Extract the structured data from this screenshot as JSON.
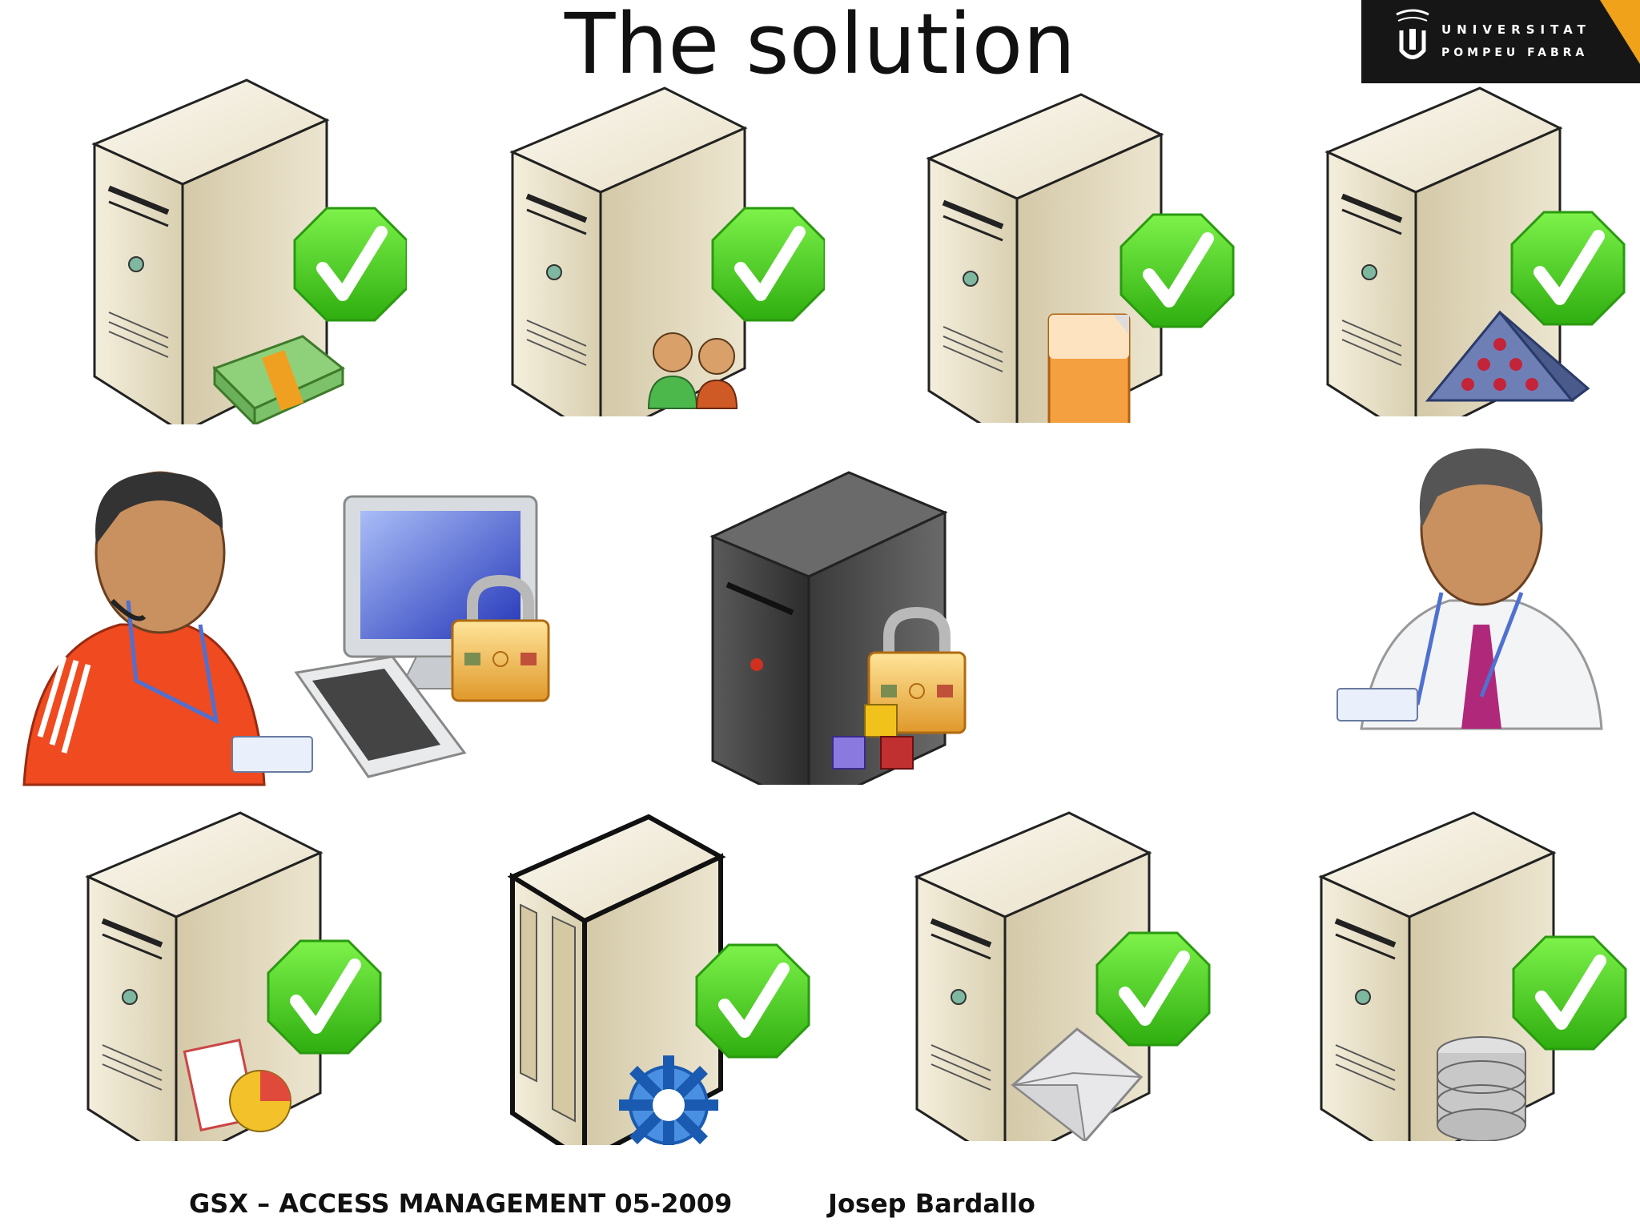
{
  "slide": {
    "title": "The solution",
    "footer_left": "GSX – ACCESS MANAGEMENT 05-2009",
    "footer_right": "Josep Bardallo",
    "logo_line1": "UNIVERSITAT",
    "logo_line2": "POMPEU FABRA"
  },
  "icons": {
    "top_row": [
      "server-money-icon",
      "server-users-icon",
      "server-document-icon",
      "server-pyramid-icon"
    ],
    "middle_row": [
      "helpdesk-user-icon",
      "computer-lock-icon",
      "dark-server-lock-icon",
      "business-user-icon"
    ],
    "bottom_row": [
      "server-chart-icon",
      "server-gear-icon",
      "server-mail-icon",
      "server-database-icon"
    ]
  }
}
